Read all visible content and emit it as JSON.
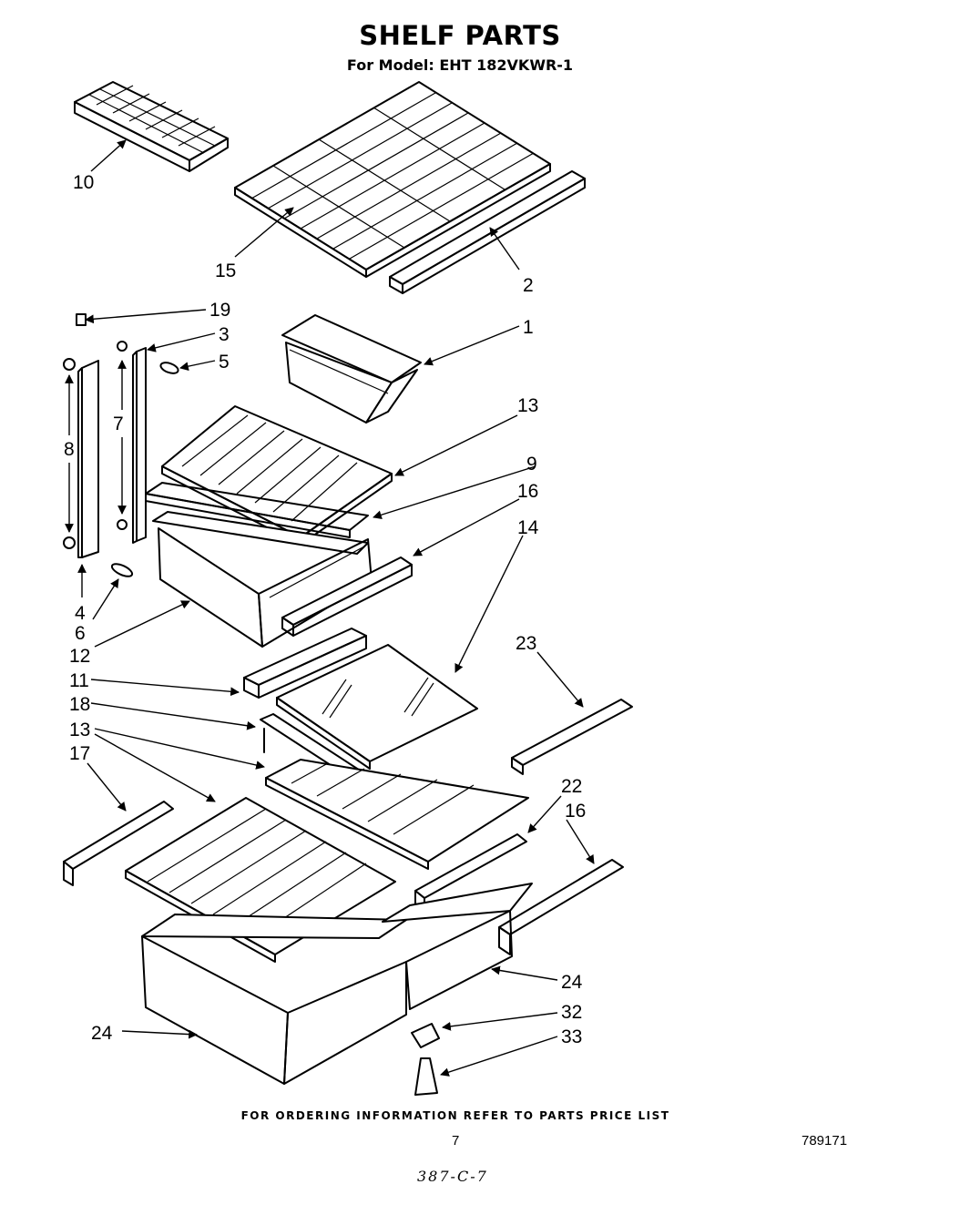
{
  "header": {
    "title": "SHELF PARTS",
    "subtitle": "For Model: EHT 182VKWR-1"
  },
  "footer": {
    "ordering_note": "FOR ORDERING INFORMATION REFER TO PARTS PRICE LIST",
    "page_number": "7",
    "document_number": "789171",
    "handwritten_note": "387-C-7"
  },
  "callouts": {
    "c10": "10",
    "c15": "15",
    "c2": "2",
    "c19": "19",
    "c3": "3",
    "c5": "5",
    "c1": "1",
    "c7": "7",
    "c8": "8",
    "c13a": "13",
    "c9": "9",
    "c16a": "16",
    "c14": "14",
    "c4": "4",
    "c6": "6",
    "c12": "12",
    "c23": "23",
    "c11": "11",
    "c18": "18",
    "c13b": "13",
    "c17": "17",
    "c22": "22",
    "c16b": "16",
    "c24a": "24",
    "c32": "32",
    "c33": "33",
    "c24b": "24"
  }
}
